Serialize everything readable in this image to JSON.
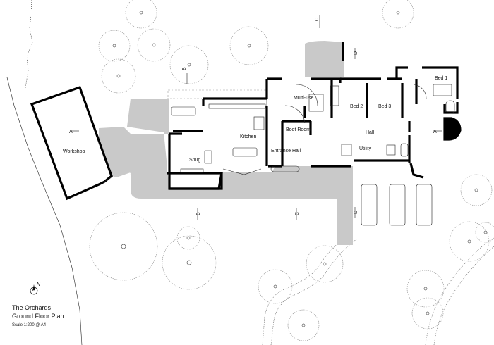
{
  "title_block": {
    "line1": "The Orchards",
    "line2": "Ground Floor Plan",
    "scale": "Scale 1:200 @ A4"
  },
  "north_label": "N",
  "rooms": {
    "workshop": "Workshop",
    "snug": "Snug",
    "kitchen": "Kitchen",
    "multi_use": "Multi-use",
    "boot_room": "Boot Room",
    "entrance_hall": "Entrance Hall",
    "utility": "Utility",
    "hall": "Hall",
    "bed1": "Bed 1",
    "bed2": "Bed 2",
    "bed3": "Bed 3"
  },
  "section_markers": {
    "a": "A",
    "b": "B",
    "c": "C",
    "d": "D"
  },
  "colors": {
    "wall": "#000000",
    "paving": "#c9c9c9",
    "tree_outline": "#8a8a8a"
  }
}
